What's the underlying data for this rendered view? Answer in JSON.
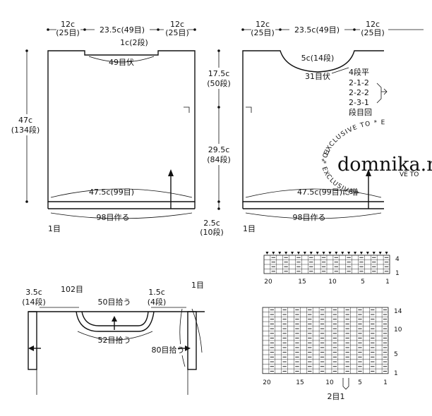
{
  "front": {
    "top_left_width": "12c",
    "top_left_sts": "(25目)",
    "top_mid_width": "23.5c(49目)",
    "top_right_width": "12c",
    "top_right_sts": "(25目)",
    "neck_depth": "1c(2段)",
    "neck_bindoff": "49目伏",
    "height": "47c",
    "height_rows": "(134段)",
    "body_width": "47.5c(99目)",
    "cast_on": "98目作る",
    "edge": "1目"
  },
  "middle_scale": {
    "upper": "17.5c",
    "upper_rows": "(50段)",
    "mid": "29.5c",
    "mid_rows": "(84段)",
    "hem": "2.5c",
    "hem_rows": "(10段)"
  },
  "back": {
    "top_left_width": "12c",
    "top_left_sts": "(25目)",
    "top_mid_width": "23.5c(49目)",
    "top_right_width": "12c",
    "top_right_sts": "(25目)",
    "neck_depth": "5c(14段)",
    "neck_bindoff": "31目伏",
    "dec_1": "4段平",
    "dec_2": "2-1-2",
    "dec_3": "2-2-2",
    "dec_4": "2-3-1",
    "dec_5": "段目回",
    "body_width": "47.5c(99目)に増",
    "cast_on": "98目作る",
    "edge": "1目"
  },
  "watermark": {
    "site": "domnika.ru",
    "ring_top": "* EXCLUSIVE TO * E",
    "ring_bottom": "TO * EXCLUSIVE *",
    "ring_right": "VE TO"
  },
  "finishing": {
    "left_band": "3.5c",
    "left_band_rows": "(14段)",
    "total_pick": "102目",
    "front_pick": "50目拾う",
    "right_band": "1.5c",
    "right_band_rows": "(4段)",
    "edge": "1目",
    "back_pick": "52目拾う",
    "armhole_pick": "80目拾う"
  },
  "chart_small": {
    "row_top": "4",
    "row_bottom": "1",
    "cols": [
      "20",
      "15",
      "10",
      "5",
      "1"
    ]
  },
  "chart_large": {
    "rows": [
      "14",
      "10",
      "5",
      "1"
    ],
    "cols": [
      "20",
      "15",
      "10",
      "5",
      "1"
    ],
    "repeat": "2目1"
  }
}
